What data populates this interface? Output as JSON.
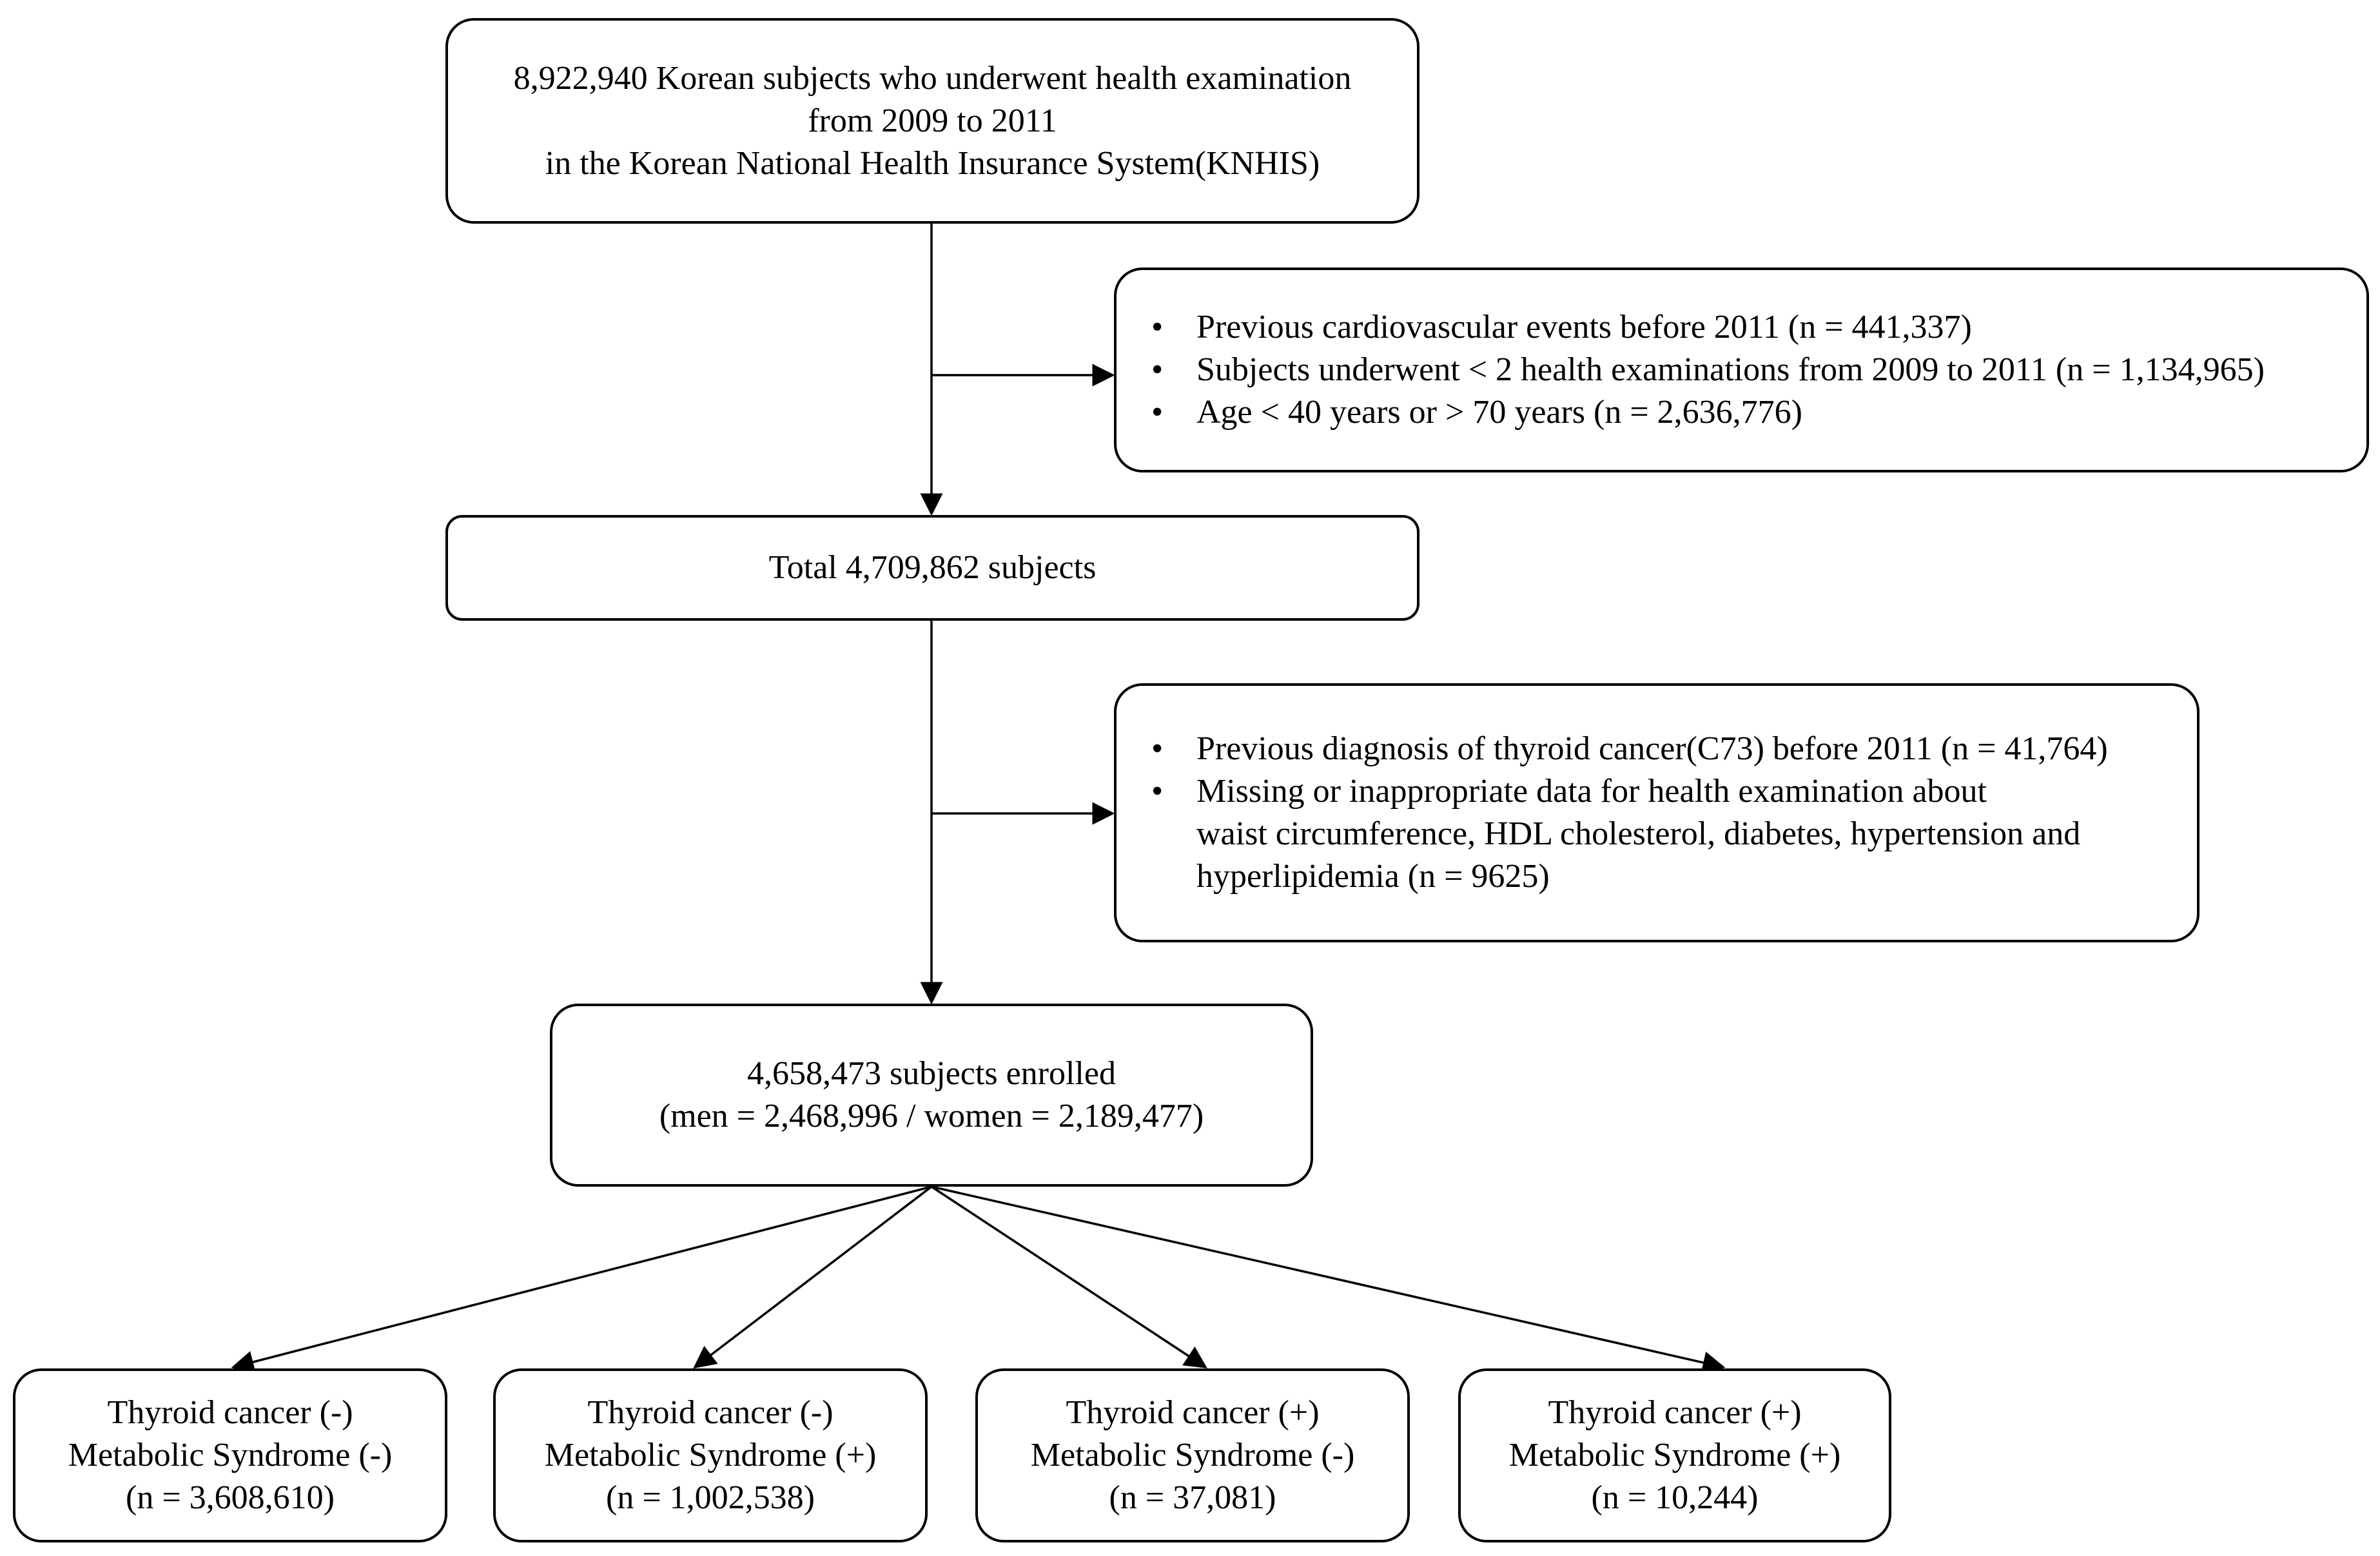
{
  "source_box": {
    "lines": [
      "8,922,940 Korean subjects who underwent health examination",
      "from 2009 to 2011",
      "in the Korean National Health Insurance System(KNHIS)"
    ]
  },
  "exclusion_1": {
    "items": [
      {
        "lines": [
          "Previous cardiovascular events before 2011 (n = 441,337)"
        ]
      },
      {
        "lines": [
          "Subjects underwent < 2 health examinations from 2009 to 2011 (n = 1,134,965)"
        ]
      },
      {
        "lines": [
          "Age < 40 years or > 70 years (n = 2,636,776)"
        ]
      }
    ]
  },
  "total_box": {
    "lines": [
      "Total 4,709,862 subjects"
    ]
  },
  "exclusion_2": {
    "items": [
      {
        "lines": [
          "Previous diagnosis of thyroid cancer(C73) before 2011 (n = 41,764)"
        ]
      },
      {
        "lines": [
          "Missing or inappropriate data for health examination about",
          "waist circumference, HDL cholesterol, diabetes, hypertension and",
          "hyperlipidemia (n = 9625)"
        ]
      }
    ]
  },
  "enrolled_box": {
    "lines": [
      "4,658,473 subjects enrolled",
      "(men = 2,468,996 / women = 2,189,477)"
    ]
  },
  "groups": [
    {
      "lines": [
        "Thyroid cancer (-)",
        "Metabolic Syndrome (-)",
        "(n = 3,608,610)"
      ]
    },
    {
      "lines": [
        "Thyroid cancer (-)",
        "Metabolic Syndrome (+)",
        "(n = 1,002,538)"
      ]
    },
    {
      "lines": [
        "Thyroid cancer (+)",
        "Metabolic Syndrome (-)",
        "(n = 37,081)"
      ]
    },
    {
      "lines": [
        "Thyroid cancer (+)",
        "Metabolic Syndrome (+)",
        "(n = 10,244)"
      ]
    }
  ]
}
